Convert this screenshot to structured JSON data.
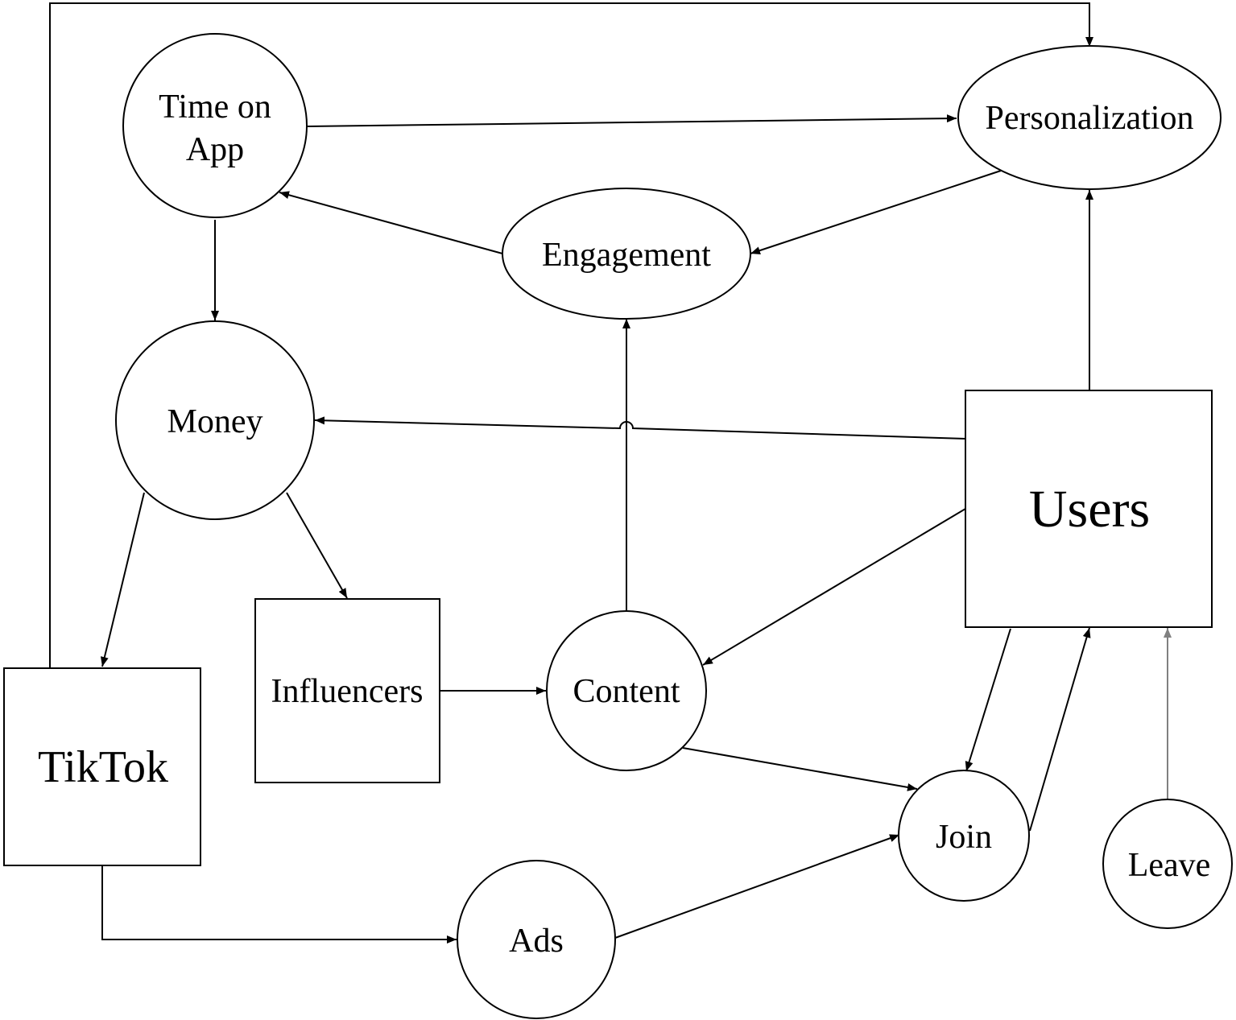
{
  "nodes": {
    "time_on_app": {
      "line1": "Time on",
      "line2": "App"
    },
    "personalization": {
      "label": "Personalization"
    },
    "engagement": {
      "label": "Engagement"
    },
    "money": {
      "label": "Money"
    },
    "users": {
      "label": "Users"
    },
    "influencers": {
      "label": "Influencers"
    },
    "content": {
      "label": "Content"
    },
    "tiktok": {
      "label": "TikTok"
    },
    "join": {
      "label": "Join"
    },
    "leave": {
      "label": "Leave"
    },
    "ads": {
      "label": "Ads"
    }
  },
  "colors": {
    "stroke": "#000000",
    "leave_arrow": "#808080",
    "fill": "#ffffff"
  }
}
